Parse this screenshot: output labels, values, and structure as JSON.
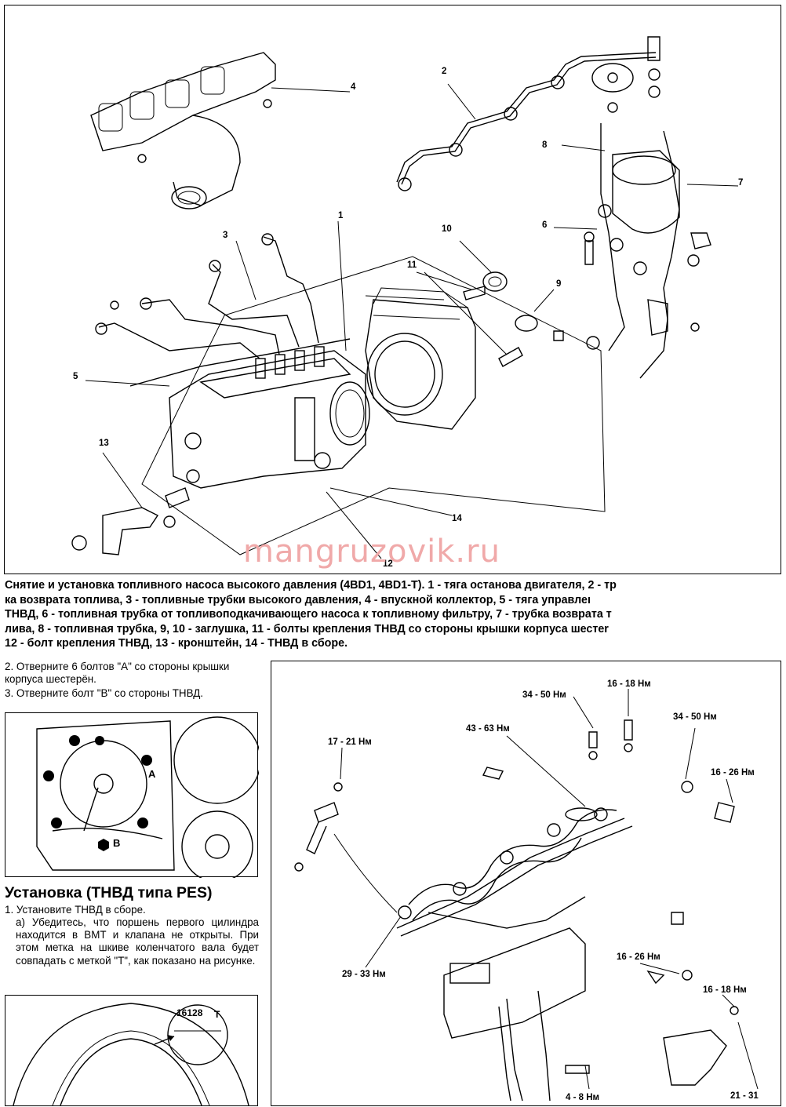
{
  "watermark": "mangruzovik.ru",
  "figure1": {
    "callouts": [
      "1",
      "2",
      "3",
      "4",
      "5",
      "6",
      "7",
      "8",
      "9",
      "10",
      "11",
      "12",
      "13",
      "14"
    ]
  },
  "caption": {
    "lines": [
      "Снятие и установка топливного насоса высокого давления (4BD1, 4BD1-T). 1 - тяга останова двигателя, 2 - тр",
      "ка возврата топлива, 3 - топливные трубки высокого давления, 4 - впускной коллектор, 5 - тяга управлеı",
      "ТНВД, 6 - топливная трубка от топливоподкачивающего насоса к топливному фильтру, 7 - трубка возврата т",
      "лива, 8 - топливная трубка, 9, 10 - заглушка, 11 - болты крепления ТНВД со стороны крышки корпуса шестеr",
      "12 - болт крепления ТНВД, 13 - кронштейн, 14 - ТНВД в сборе."
    ]
  },
  "steps": {
    "step2": "2. Отверните 6 болтов \"А\" со стороны крышки корпуса шестерён.",
    "step3": "3. Отверните болт \"В\" со стороны ТНВД."
  },
  "figure2": {
    "label_a": "A",
    "label_b": "B"
  },
  "install": {
    "heading": "Установка (ТНВД типа PES)",
    "step1": "1. Установите ТНВД в сборе.",
    "step1a": "а) Убедитесь, что поршень первого цилиндра находится в ВМТ и клапана не открыты. При этом метка на шкиве коленчатого вала будет совпадать с меткой \"Т\", как показано на рисунке."
  },
  "figure3": {
    "marks": "16128",
    "t": "T"
  },
  "figure4": {
    "torques": [
      "17 - 21 Нм",
      "34 - 50 Нм",
      "16 - 18 Нм",
      "34 - 50 Нм",
      "43 - 63 Нм",
      "16 - 26 Нм",
      "29 - 33 Нм",
      "16 - 26 Нм",
      "16 - 18 Нм",
      "4 - 8 Нм",
      "21 - 31"
    ]
  }
}
